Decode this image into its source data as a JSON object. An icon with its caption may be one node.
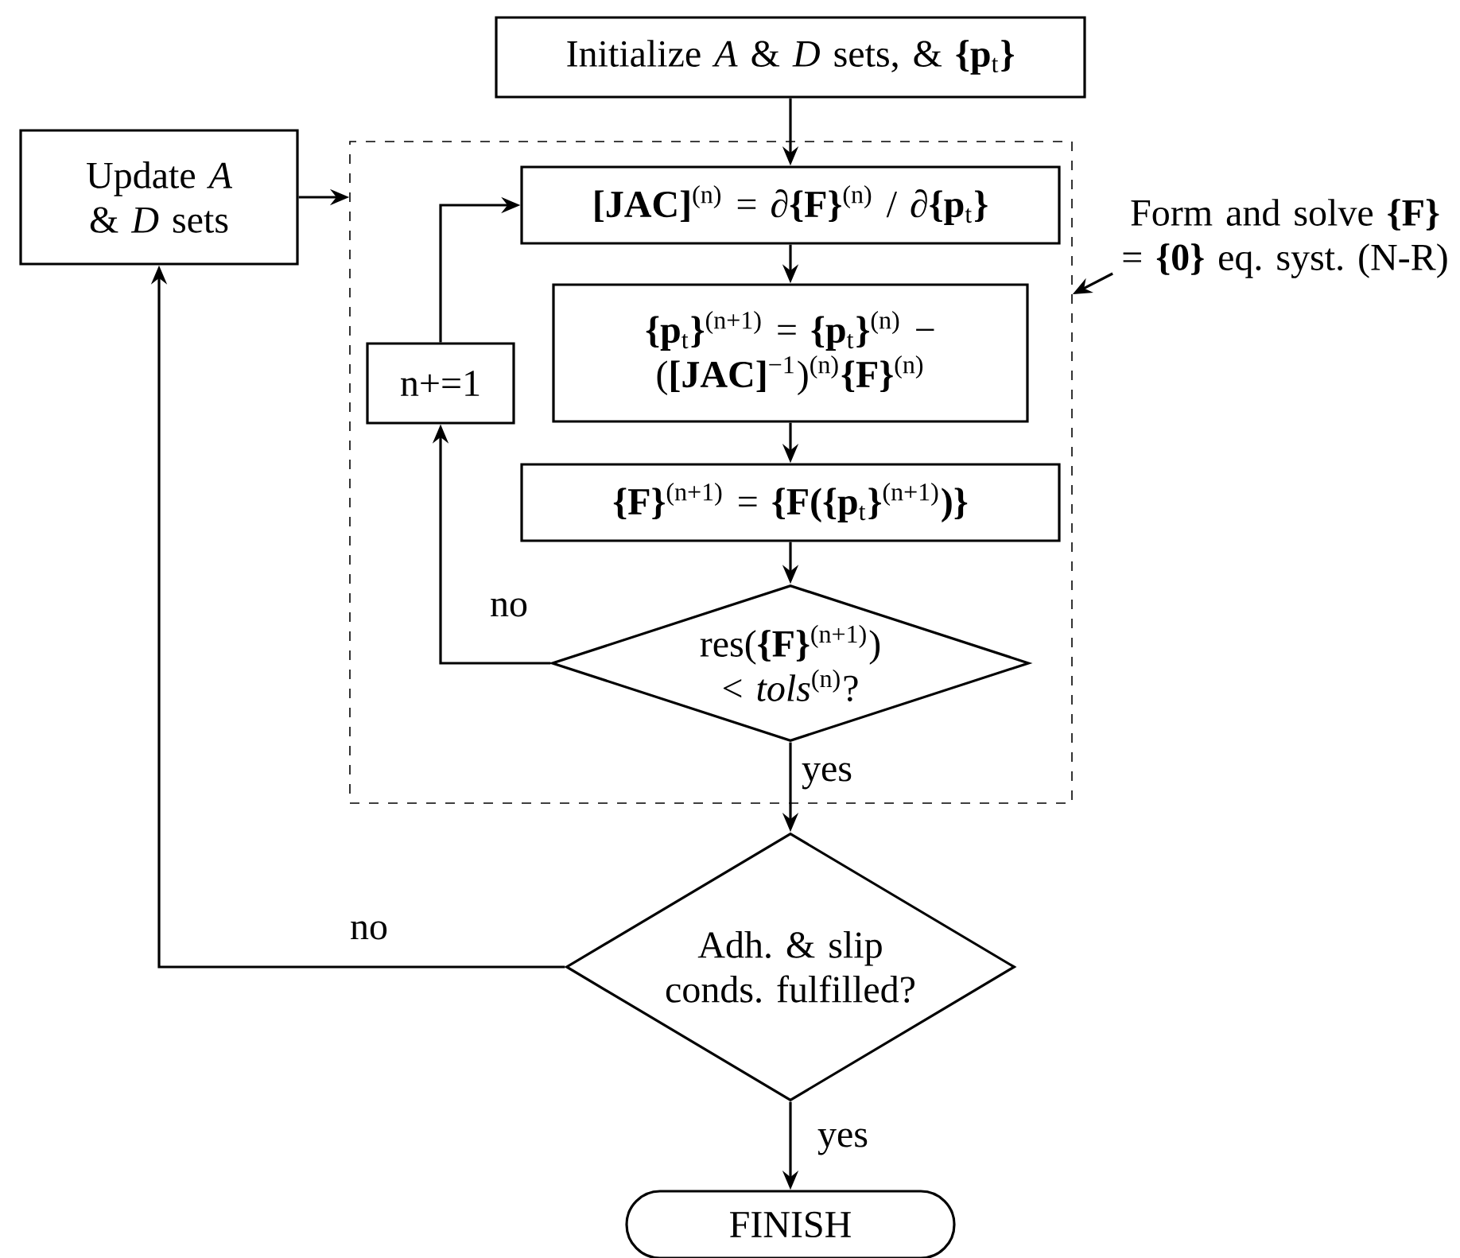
{
  "diagram": {
    "nodes": [
      {
        "text": [
          "Initialize *A* & *D* sets, & **{p**$_{t}$**}**"
        ]
      },
      {
        "text": [
          "Update *A* & *D* sets"
        ]
      },
      {
        "text": [],
        "shape": "box"
      },
      {
        "text": [
          "**[JAC]**$^{(n)}$ = ∂**{F}**$^{(n)}$ / ∂**{p**$_{t}$**}**"
        ],
        "in": 2
      },
      {
        "text": [
          "**{p**$_{t}$**}**$^{(n+1)}$ = **{p**$_{t}$**}**$^{(n)}$ − (**[JAC]**$^{−1}$)$^{(n)}$**{F}**$^{(n)}$"
        ],
        "in": 2
      },
      {
        "text": [
          "**{F}**$^{(n+1)}$ = **{F({p**$_{t}$**}**$^{(n+1)}$**)}**"
        ],
        "in": 2
      },
      {
        "text": [
          "res(**{F}**$^{(n+1)}$) < *tols*$^{(n)}$?"
        ],
        "in": 2
      },
      {
        "text": [
          "n+=1"
        ],
        "in": 2
      },
      {
        "text": [
          "Form and solve **{F}** = **{0}** eq. syst. (N-R)"
        ]
      },
      {
        "text": [
          "Adh. & slip conds. fulfilled?"
        ]
      },
      {
        "text": [
          "FINISH"
        ]
      }
    ],
    "edges": [
      {
        "from": 0,
        "to": 3,
        "arrow": "to"
      },
      {
        "from": 1,
        "to": 2,
        "arrow": "to"
      },
      {
        "from": 3,
        "to": 4,
        "arrow": "to"
      },
      {
        "from": 4,
        "to": 5,
        "arrow": "to"
      },
      {
        "from": 5,
        "to": 6,
        "arrow": "to"
      },
      {
        "from": 6,
        "to": 7,
        "arrow": "to",
        "label": "no"
      },
      {
        "from": 7,
        "to": 3,
        "arrow": "to"
      },
      {
        "from": 6,
        "to": 9,
        "arrow": "to",
        "label": "yes"
      },
      {
        "from": 9,
        "to": 1,
        "arrow": "to",
        "label": "no"
      },
      {
        "from": 9,
        "to": 10,
        "arrow": "to",
        "label": "yes"
      },
      {
        "from": 8,
        "to": 2,
        "arrow": "to"
      }
    ]
  }
}
